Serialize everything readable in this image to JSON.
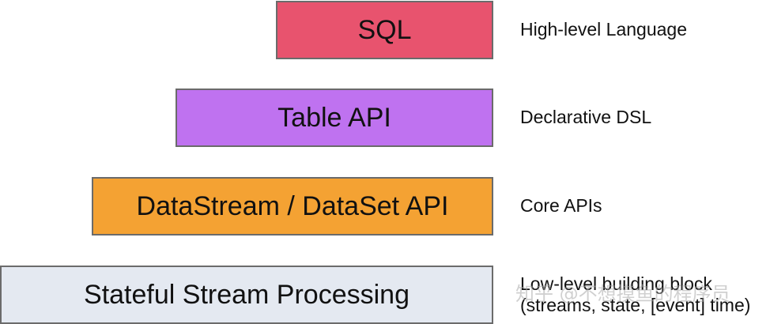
{
  "colors": {
    "sql": "#e8536e",
    "table": "#bf72f0",
    "datastream": "#f4a233",
    "stateful": "#e4e9f1",
    "border": "#6b6b6b"
  },
  "layers": [
    {
      "label": "SQL",
      "description": "High-level Language"
    },
    {
      "label": "Table API",
      "description": "Declarative DSL"
    },
    {
      "label": "DataStream / DataSet API",
      "description": "Core APIs"
    },
    {
      "label": "Stateful Stream Processing",
      "description_lines": [
        "Low-level building block",
        "(streams, state, [event] time)"
      ]
    }
  ],
  "watermark": "知乎 @不想摸鱼的程序员"
}
